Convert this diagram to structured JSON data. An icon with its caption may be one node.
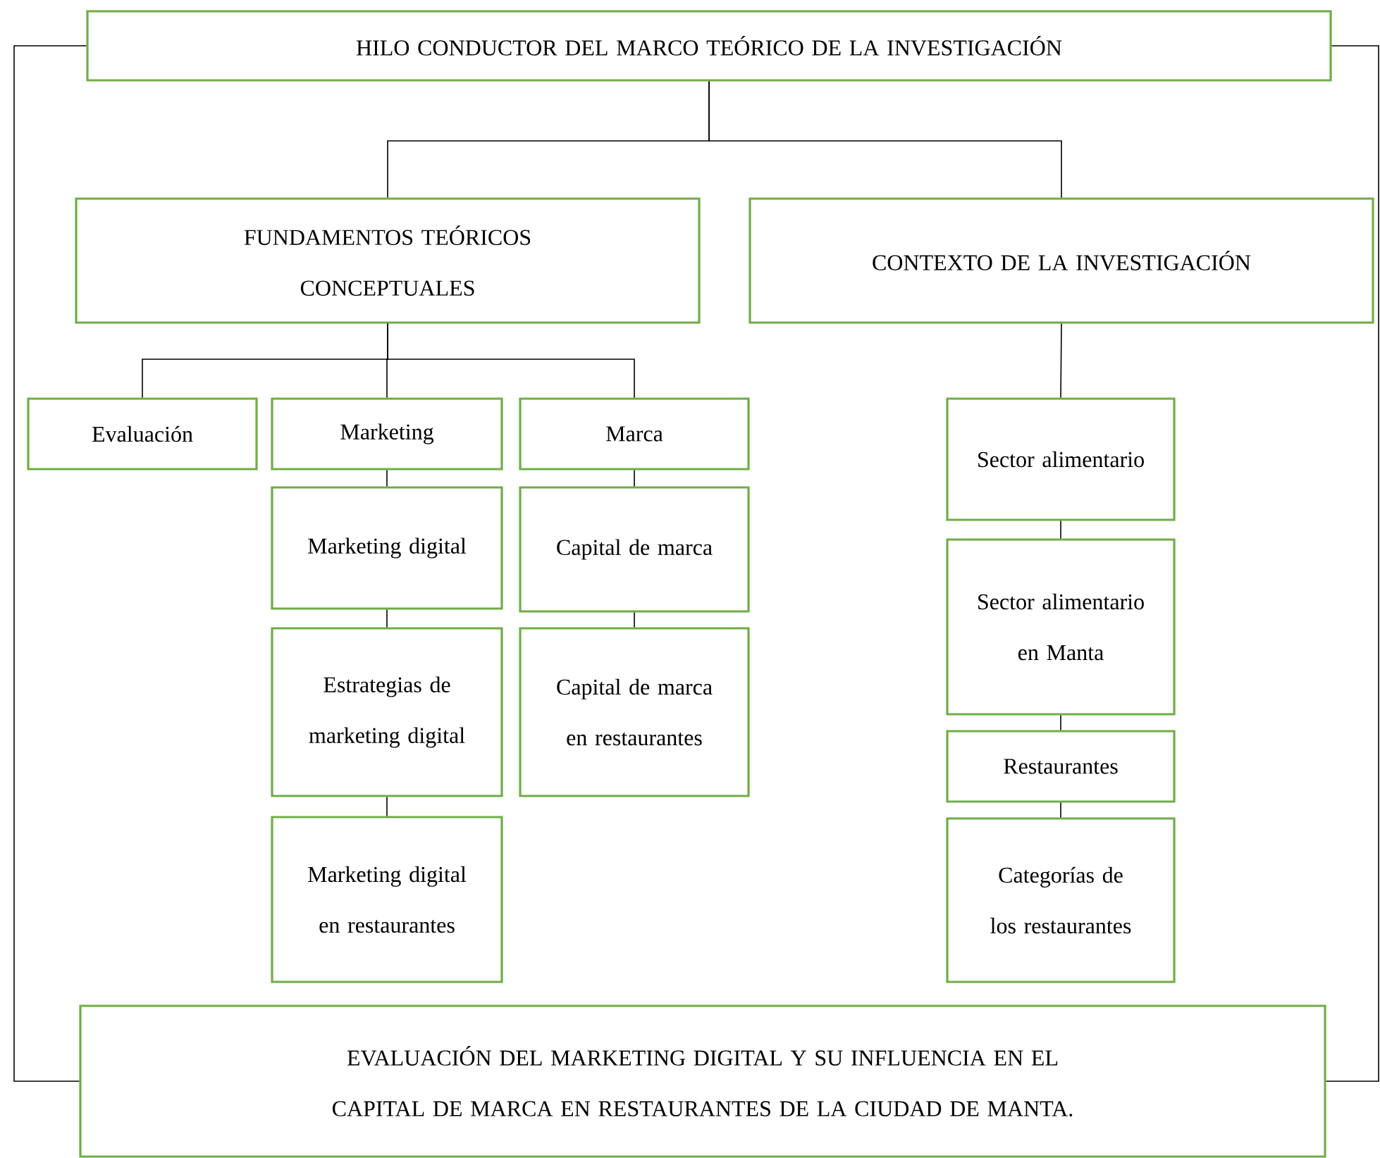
{
  "diagram": {
    "nodes": [
      {
        "text": [
          "HILO CONDUCTOR DEL MARCO TEÓRICO DE LA INVESTIGACIÓN"
        ]
      },
      {
        "text": [
          "FUNDAMENTOS TEÓRICOS CONCEPTUALES"
        ]
      },
      {
        "text": [
          "CONTEXTO DE LA INVESTIGACIÓN"
        ]
      },
      {
        "text": [
          "Evaluación"
        ]
      },
      {
        "text": [
          "Marketing"
        ]
      },
      {
        "text": [
          "Marca"
        ]
      },
      {
        "text": [
          "Marketing digital"
        ]
      },
      {
        "text": [
          "Estrategias de marketing digital"
        ]
      },
      {
        "text": [
          "Marketing digital en restaurantes"
        ]
      },
      {
        "text": [
          "Capital de marca"
        ]
      },
      {
        "text": [
          "Capital de marca en restaurantes"
        ]
      },
      {
        "text": [
          "Sector alimentario"
        ]
      },
      {
        "text": [
          "Sector alimentario en Manta"
        ]
      },
      {
        "text": [
          "Restaurantes"
        ]
      },
      {
        "text": [
          "Categorías de los restaurantes"
        ]
      },
      {
        "text": [
          "EVALUACIÓN DEL MARKETING DIGITAL Y SU INFLUENCIA EN EL CAPITAL DE MARCA EN RESTAURANTES DE LA CIUDAD DE MANTA."
        ]
      }
    ],
    "edges": [
      {
        "from": 0,
        "to": 1,
        "arrow": "none"
      },
      {
        "from": 0,
        "to": 2,
        "arrow": "none"
      },
      {
        "from": 1,
        "to": 3,
        "arrow": "none"
      },
      {
        "from": 1,
        "to": 4,
        "arrow": "none"
      },
      {
        "from": 1,
        "to": 5,
        "arrow": "none"
      },
      {
        "from": 4,
        "to": 6,
        "arrow": "none"
      },
      {
        "from": 6,
        "to": 7,
        "arrow": "none"
      },
      {
        "from": 7,
        "to": 8,
        "arrow": "none"
      },
      {
        "from": 5,
        "to": 9,
        "arrow": "none"
      },
      {
        "from": 9,
        "to": 10,
        "arrow": "none"
      },
      {
        "from": 2,
        "to": 11,
        "arrow": "none"
      },
      {
        "from": 11,
        "to": 12,
        "arrow": "none"
      },
      {
        "from": 12,
        "to": 13,
        "arrow": "none"
      },
      {
        "from": 13,
        "to": 14,
        "arrow": "none"
      },
      {
        "from": 0,
        "to": 15,
        "arrow": "none"
      },
      {
        "from": 0,
        "to": 15,
        "arrow": "none"
      }
    ]
  }
}
